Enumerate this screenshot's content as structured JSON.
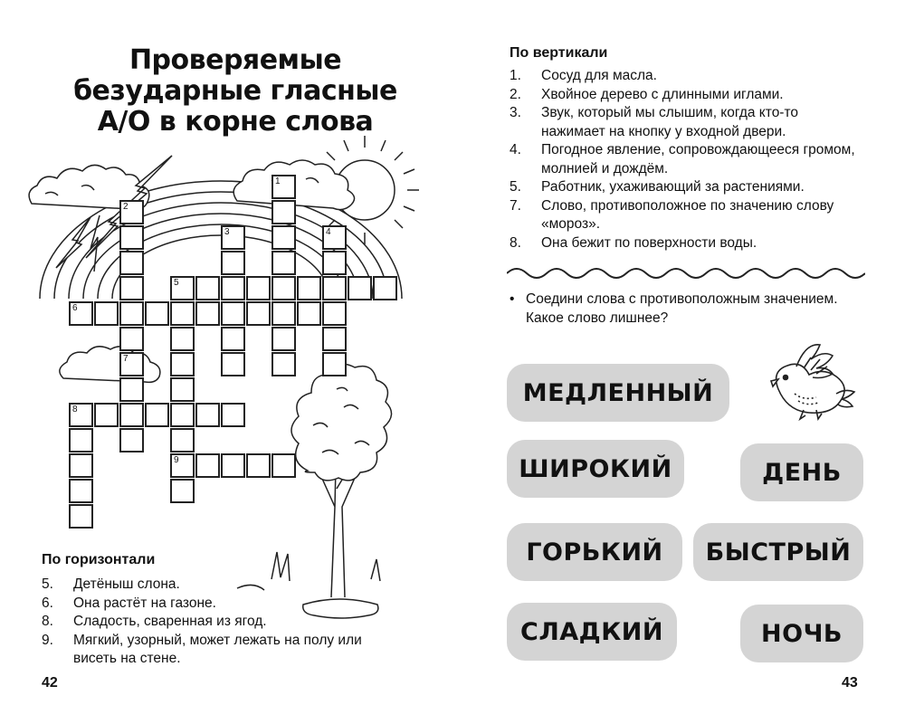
{
  "left": {
    "title_lines": [
      "Проверяемые",
      "безударные гласные",
      "А/О в корне слова"
    ],
    "horizontal": {
      "heading": "По горизонтали",
      "clues": [
        {
          "n": "5.",
          "text": "Детёныш слона."
        },
        {
          "n": "6.",
          "text": "Она растёт на газоне."
        },
        {
          "n": "8.",
          "text": "Сладость, сваренная из ягод."
        },
        {
          "n": "9.",
          "text": "Мягкий, узорный, может лежать на полу или висеть на стене."
        }
      ]
    },
    "page_number": "42",
    "grid_numbers": [
      "1",
      "2",
      "3",
      "4",
      "5",
      "6",
      "7",
      "8",
      "9"
    ]
  },
  "right": {
    "vertical": {
      "heading": "По вертикали",
      "clues": [
        {
          "n": "1.",
          "text": "Сосуд для масла."
        },
        {
          "n": "2.",
          "text": "Хвойное дерево с длинными иглами."
        },
        {
          "n": "3.",
          "text": "Звук, который мы слышим, когда кто-то нажимает на кнопку у входной двери."
        },
        {
          "n": "4.",
          "text": "Погодное явление, сопровождающееся громом, молнией и дождём."
        },
        {
          "n": "5.",
          "text": "Работник, ухаживающий за растениями."
        },
        {
          "n": "7.",
          "text": "Слово, противоположное по значению слову «мороз»."
        },
        {
          "n": "8.",
          "text": "Она бежит по поверхности воды."
        }
      ]
    },
    "task": {
      "bullet": "•",
      "text": "Соедини слова с противоположным значением. Какое слово лишнее?"
    },
    "words": [
      "МЕДЛЕННЫЙ",
      "ШИРОКИЙ",
      "ДЕНЬ",
      "ГОРЬКИЙ",
      "БЫСТРЫЙ",
      "СЛАДКИЙ",
      "НОЧЬ"
    ],
    "page_number": "43"
  }
}
